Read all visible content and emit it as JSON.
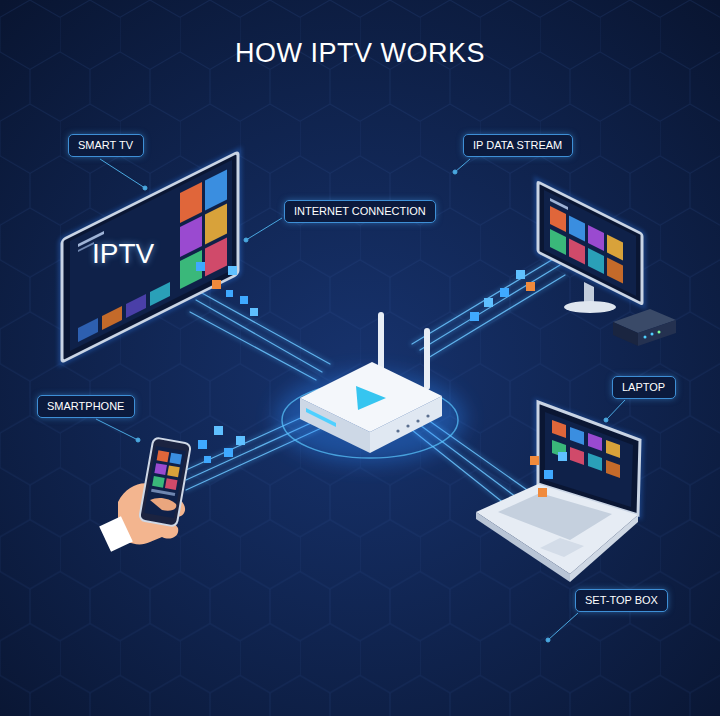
{
  "diagram": {
    "title": "HOW IPTV WORKS",
    "nodes": [
      {
        "text": [
          "SMART TV"
        ]
      },
      {
        "text": [
          "IP DATA STREAM"
        ]
      },
      {
        "text": [
          "INTERNET CONNECTION"
        ]
      },
      {
        "text": [
          "SMARTPHONE"
        ]
      },
      {
        "text": [
          "LAPTOP"
        ]
      },
      {
        "text": [
          "SET-TOP BOX"
        ]
      }
    ],
    "labels": [
      "IPTV"
    ]
  }
}
